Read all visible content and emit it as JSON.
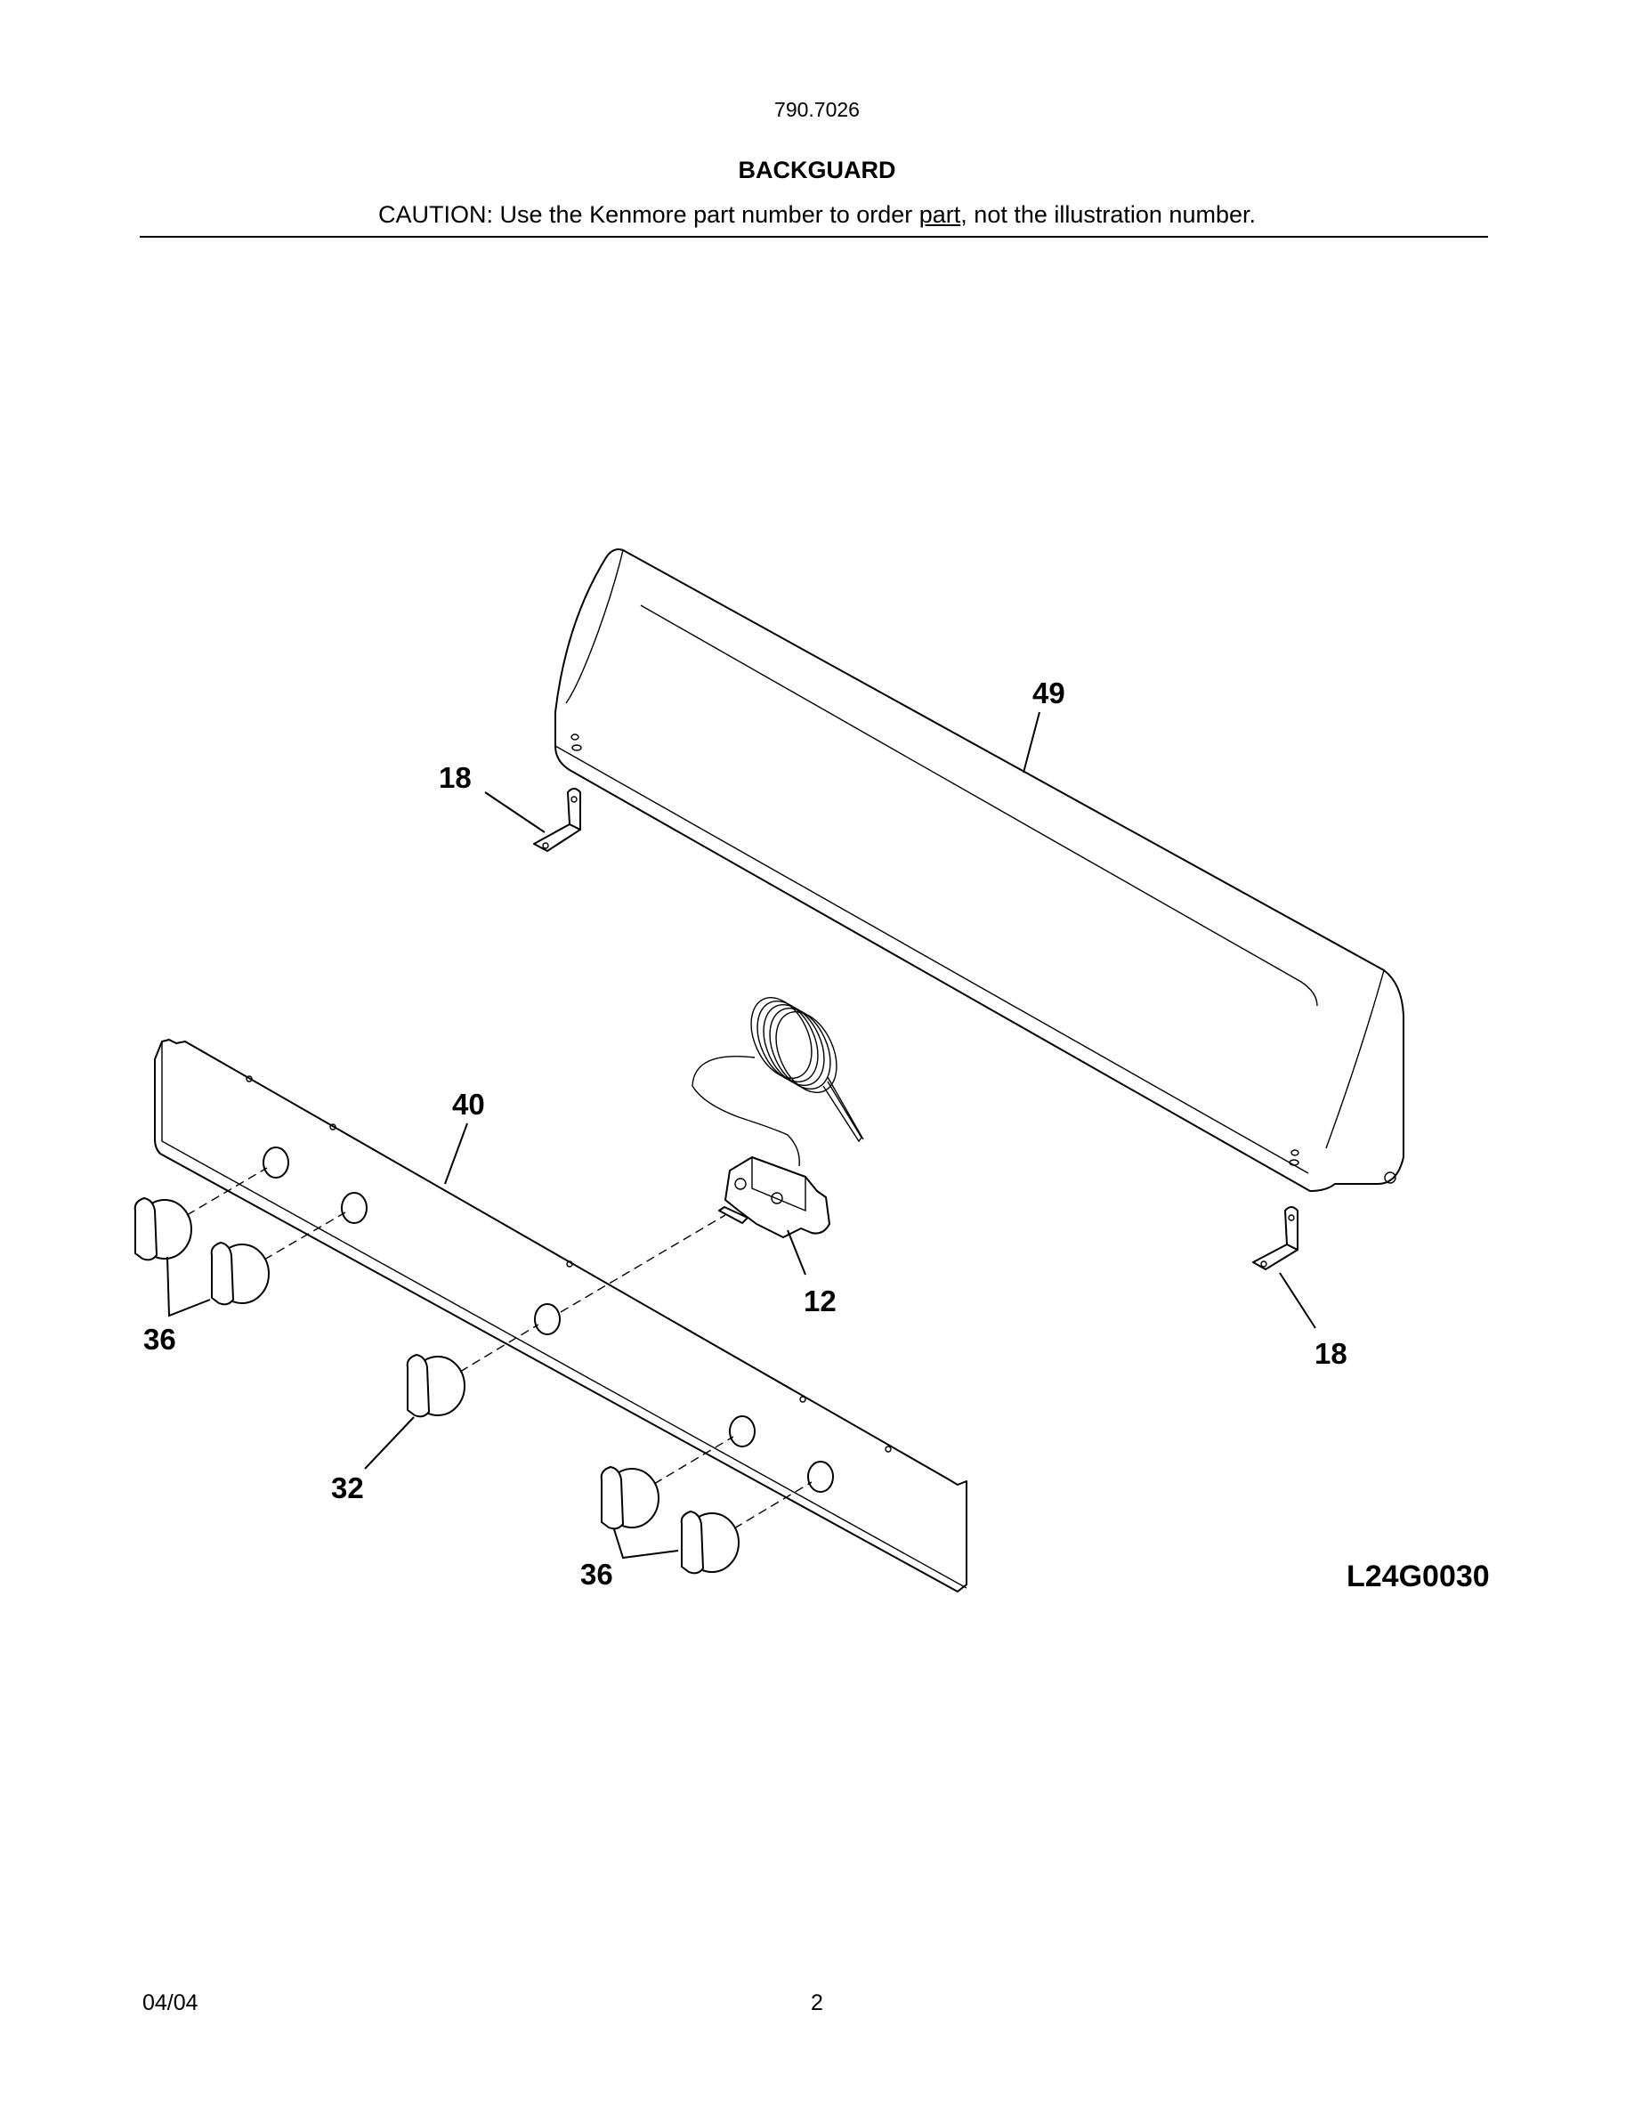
{
  "header": {
    "model_number": "790.7026",
    "section_title": "BACKGUARD",
    "caution_prefix": "CAUTION: Use the Kenmore part number to order ",
    "caution_underlined": "part",
    "caution_suffix": ", not the illustration number."
  },
  "diagram": {
    "code": "L24G0030",
    "callouts": [
      "49",
      "18",
      "40",
      "12",
      "36",
      "18",
      "32",
      "36"
    ]
  },
  "footer": {
    "date": "04/04",
    "page": "2"
  }
}
